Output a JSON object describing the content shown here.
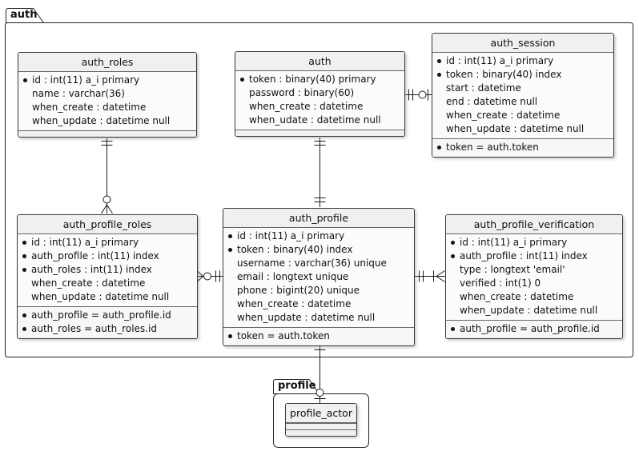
{
  "diagram_type": "entity-relationship",
  "colors": {
    "background": "#ffffff",
    "entity_header_fill": "#f0f0f0",
    "entity_body_fill": "#fbfbfb",
    "entity_border": "#383838",
    "line": "#1a1a1a"
  },
  "packages": {
    "auth": {
      "label": "auth"
    },
    "profile": {
      "label": "profile"
    }
  },
  "entities": {
    "auth_roles": {
      "title": "auth_roles",
      "attributes": [
        {
          "key": true,
          "text": "id : int(11) a_i primary"
        },
        {
          "key": false,
          "text": "name : varchar(36)"
        },
        {
          "key": false,
          "text": "when_create : datetime"
        },
        {
          "key": false,
          "text": "when_update : datetime null"
        }
      ],
      "constraints": [],
      "empty_sections": 1
    },
    "auth": {
      "title": "auth",
      "attributes": [
        {
          "key": true,
          "text": "token : binary(40) primary"
        },
        {
          "key": false,
          "text": "password : binary(60)"
        },
        {
          "key": false,
          "text": "when_create : datetime"
        },
        {
          "key": false,
          "text": "when_udate : datetime null"
        }
      ],
      "constraints": [],
      "empty_sections": 1
    },
    "auth_session": {
      "title": "auth_session",
      "attributes": [
        {
          "key": true,
          "text": "id : int(11) a_i primary"
        },
        {
          "key": true,
          "text": "token : binary(40) index"
        },
        {
          "key": false,
          "text": "start : datetime"
        },
        {
          "key": false,
          "text": "end : datetime null"
        },
        {
          "key": false,
          "text": "when_create : datetime"
        },
        {
          "key": false,
          "text": "when_update : datetime null"
        }
      ],
      "constraints": [
        {
          "key": true,
          "text": "token = auth.token"
        }
      ],
      "empty_sections": 0
    },
    "auth_profile_roles": {
      "title": "auth_profile_roles",
      "attributes": [
        {
          "key": true,
          "text": "id : int(11) a_i primary"
        },
        {
          "key": true,
          "text": "auth_profile : int(11) index"
        },
        {
          "key": true,
          "text": "auth_roles : int(11) index"
        },
        {
          "key": false,
          "text": "when_create : datetime"
        },
        {
          "key": false,
          "text": "when_update : datetime null"
        }
      ],
      "constraints": [
        {
          "key": true,
          "text": "auth_profile = auth_profile.id"
        },
        {
          "key": true,
          "text": "auth_roles = auth_roles.id"
        }
      ],
      "empty_sections": 0
    },
    "auth_profile": {
      "title": "auth_profile",
      "attributes": [
        {
          "key": true,
          "text": "id : int(11) a_i primary"
        },
        {
          "key": true,
          "text": "token : binary(40) index"
        },
        {
          "key": false,
          "text": "username : varchar(36) unique"
        },
        {
          "key": false,
          "text": "email : longtext unique"
        },
        {
          "key": false,
          "text": "phone : bigint(20) unique"
        },
        {
          "key": false,
          "text": "when_create : datetime"
        },
        {
          "key": false,
          "text": "when_update : datetime null"
        }
      ],
      "constraints": [
        {
          "key": true,
          "text": "token = auth.token"
        }
      ],
      "empty_sections": 0
    },
    "auth_profile_verification": {
      "title": "auth_profile_verification",
      "attributes": [
        {
          "key": true,
          "text": "id : int(11) a_i primary"
        },
        {
          "key": true,
          "text": "auth_profile : int(11) index"
        },
        {
          "key": false,
          "text": "type : longtext 'email'"
        },
        {
          "key": false,
          "text": "verified : int(1) 0"
        },
        {
          "key": false,
          "text": "when_create : datetime"
        },
        {
          "key": false,
          "text": "when_update : datetime null"
        }
      ],
      "constraints": [
        {
          "key": true,
          "text": "auth_profile = auth_profile.id"
        }
      ],
      "empty_sections": 0
    },
    "profile_actor": {
      "title": "profile_actor",
      "attributes": [],
      "constraints": [],
      "empty_sections": 2
    }
  },
  "relationships": [
    {
      "from": "auth_roles",
      "to": "auth_profile_roles",
      "from_cardinality": "one-and-only-one",
      "to_cardinality": "zero-or-many",
      "notation": "||--o{"
    },
    {
      "from": "auth",
      "to": "auth_profile",
      "from_cardinality": "one-and-only-one",
      "to_cardinality": "one-and-only-one",
      "notation": "||--||"
    },
    {
      "from": "auth",
      "to": "auth_session",
      "from_cardinality": "one-and-only-one",
      "to_cardinality": "zero-or-one",
      "notation": "||--o|"
    },
    {
      "from": "auth_profile_roles",
      "to": "auth_profile",
      "from_cardinality": "zero-or-many",
      "to_cardinality": "one-and-only-one",
      "notation": "}o--||"
    },
    {
      "from": "auth_profile",
      "to": "auth_profile_verification",
      "from_cardinality": "one-and-only-one",
      "to_cardinality": "one-or-many",
      "notation": "||--|{"
    },
    {
      "from": "auth_profile",
      "to": "profile_actor",
      "from_cardinality": "one-and-only-one",
      "to_cardinality": "zero-or-one",
      "notation": "||--o|"
    }
  ]
}
